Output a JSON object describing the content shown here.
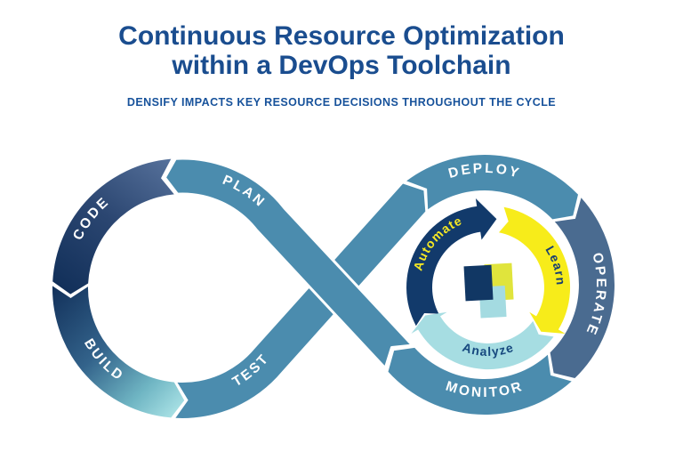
{
  "header": {
    "title_line1": "Continuous Resource Optimization",
    "title_line2": "within a DevOps Toolchain",
    "subtitle": "DENSIFY IMPACTS KEY RESOURCE DECISIONS THROUGHOUT THE CYCLE",
    "title_color": "#1A4D8F",
    "subtitle_color": "#17529B"
  },
  "diagram": {
    "type": "devops-infinity-loop",
    "label_color": "#FFFFFF",
    "outer_stages": [
      {
        "label": "PLAN",
        "color": "#4B8CAE"
      },
      {
        "label": "CODE",
        "gradient": [
          "#56719B",
          "#2B4671",
          "#12305A"
        ]
      },
      {
        "label": "BUILD",
        "gradient": [
          "#12305A",
          "#33638B",
          "#6FB5C3",
          "#A7E0E4"
        ]
      },
      {
        "label": "TEST",
        "color": "#4B8CAE"
      },
      {
        "label": "DEPLOY",
        "color": "#4B8CAE"
      },
      {
        "label": "OPERATE",
        "color": "#4A6B90"
      },
      {
        "label": "MONITOR",
        "color": "#4B8CAE"
      }
    ],
    "inner_cycle": [
      {
        "label": "Automate",
        "band_color": "#123A6B",
        "text_color": "#F5E824"
      },
      {
        "label": "Learn",
        "band_color": "#F7EC1A",
        "text_color": "#173E72"
      },
      {
        "label": "Analyze",
        "band_color": "#A6DDE2",
        "text_color": "#17497F"
      }
    ],
    "logo": {
      "name": "densify-logo",
      "colors": [
        "#E0E43C",
        "#A4DBE1",
        "#113764"
      ]
    }
  }
}
